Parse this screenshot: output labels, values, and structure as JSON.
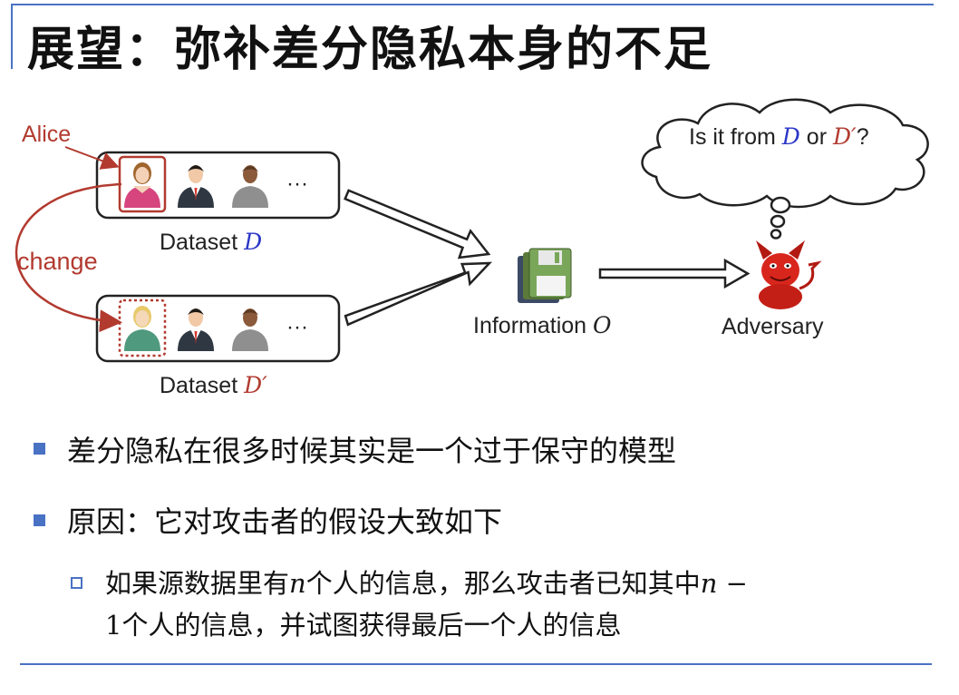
{
  "slide": {
    "title": "展望：弥补差分隐私本身的不足",
    "colors": {
      "accent_line": "#4a72c4",
      "alice_red": "#b23a2f",
      "var_blue": "#2a36c8",
      "var_red": "#b23a2f"
    }
  },
  "diagram": {
    "alice_label": "Alice",
    "change_label": "change",
    "ellipsis": "···",
    "dataset_d_label": "Dataset",
    "dataset_d_var": "D",
    "dataset_dprime_label": "Dataset",
    "dataset_dprime_var": "D′",
    "information_label": "Information",
    "information_var": "O",
    "adversary_label": "Adversary",
    "thought_prefix": "Is it from",
    "thought_var1": "D",
    "thought_or": "or",
    "thought_var2": "D′",
    "thought_suffix": "?",
    "icons": [
      "female-user-icon",
      "businessman-icon",
      "person-icon",
      "blonde-user-icon",
      "floppy-disks-icon",
      "devil-icon"
    ]
  },
  "bullets": [
    {
      "text": "差分隐私在很多时候其实是一个过于保守的模型"
    },
    {
      "text": "原因：它对攻击者的假设大致如下"
    }
  ],
  "sub_bullet": {
    "line1_pre": "如果源数据里有",
    "n": "n",
    "line1_post": "个人的信息，那么攻击者已知其中",
    "n_minus": "n −",
    "line2_one": "1",
    "line2_post": "个人的信息，并试图获得最后一个人的信息"
  }
}
